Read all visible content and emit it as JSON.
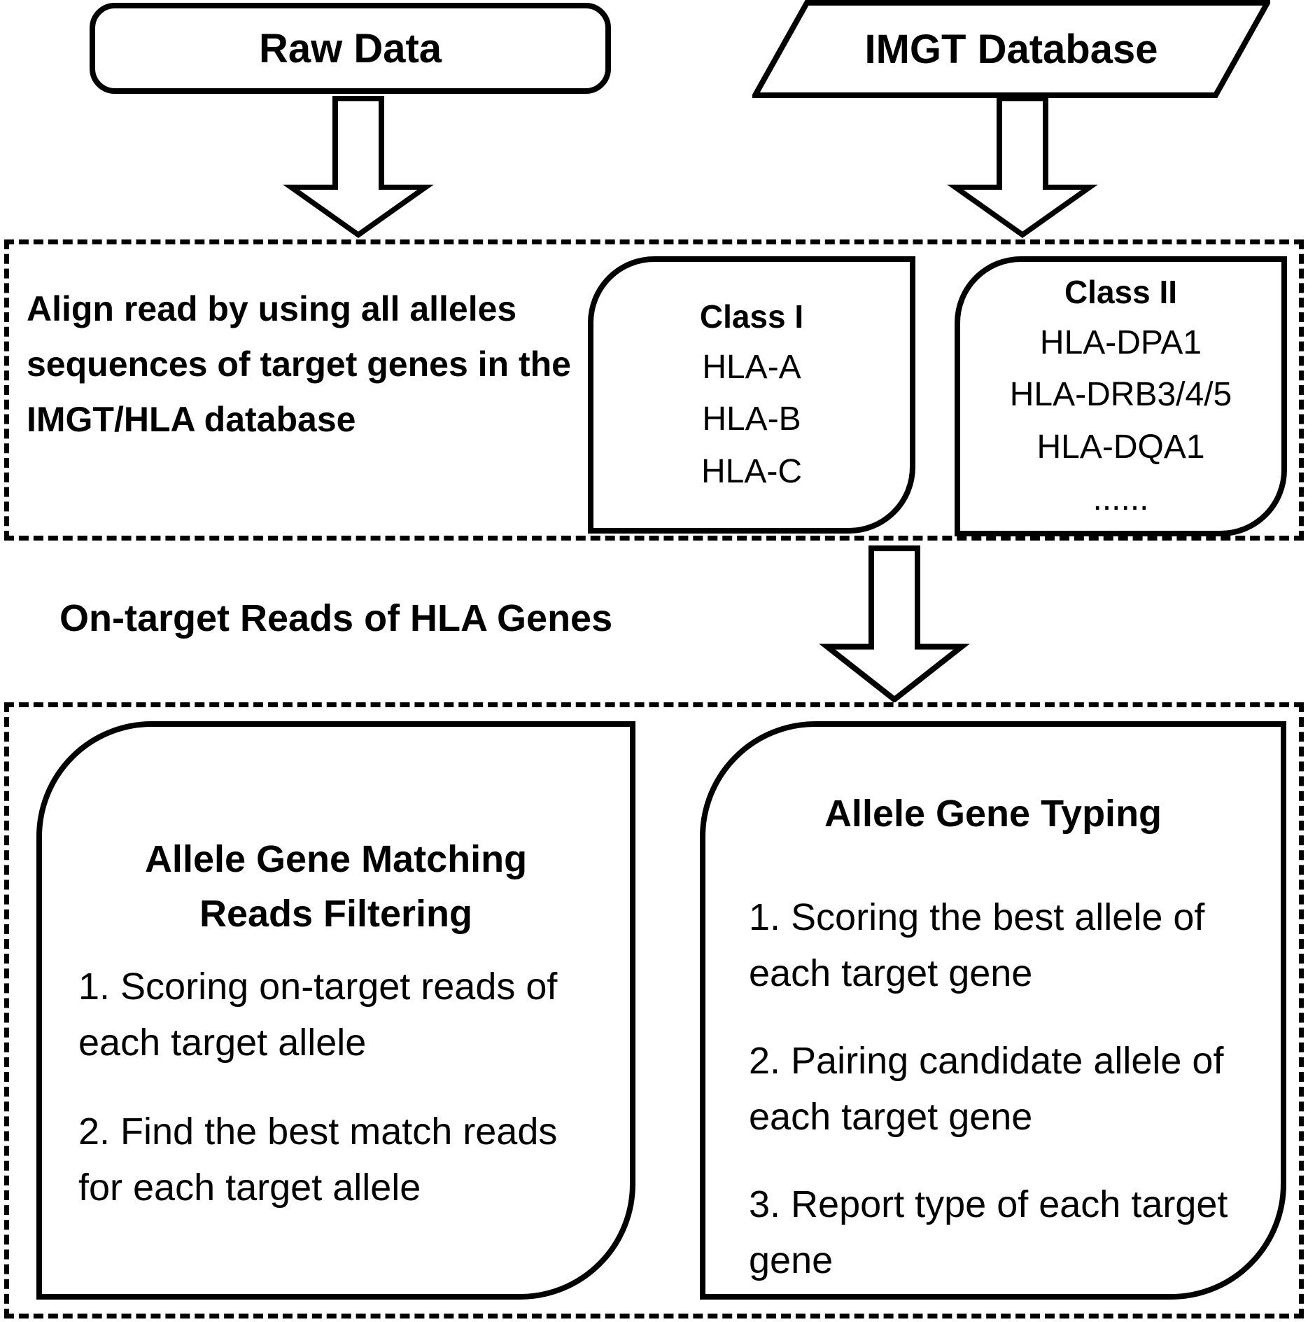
{
  "figure": {
    "raw_data_label": "Raw Data",
    "imgt_database_label": "IMGT Database",
    "align_text": "Align read by using all alleles sequences of target genes in the IMGT/HLA database",
    "class_i": {
      "title": "Class I",
      "items": [
        "HLA-A",
        "HLA-B",
        "HLA-C"
      ]
    },
    "class_ii": {
      "title": "Class II",
      "items": [
        "HLA-DPA1",
        "HLA-DRB3/4/5",
        "HLA-DQA1",
        "......"
      ]
    },
    "on_target_label": "On-target Reads of HLA Genes",
    "matching": {
      "title": "Allele Gene Matching Reads Filtering",
      "items": [
        "1. Scoring on-target reads of each target allele",
        "2. Find the best match reads for each target allele"
      ]
    },
    "typing": {
      "title": "Allele Gene Typing",
      "items": [
        "1. Scoring the best allele of each target gene",
        "2. Pairing candidate allele of each target gene",
        "3. Report type of each target gene"
      ]
    }
  },
  "colors": {
    "ink": "#000000",
    "paper": "#ffffff"
  }
}
